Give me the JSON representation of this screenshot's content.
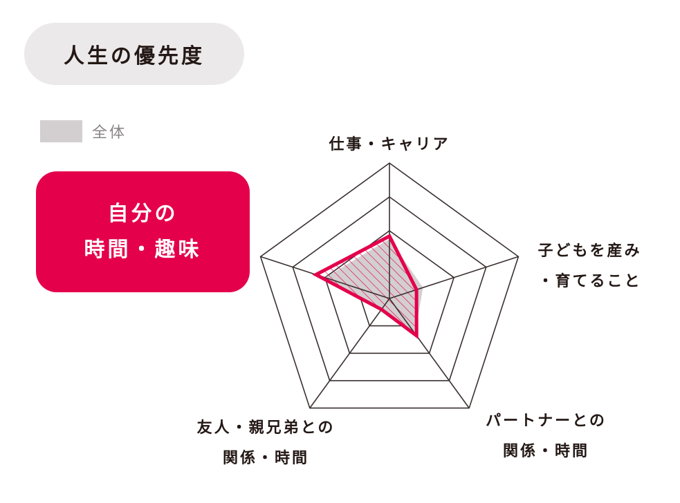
{
  "header": {
    "title": "人生の優先度"
  },
  "legend": {
    "items": [
      {
        "label": "全体",
        "color": "#d3cfd1"
      }
    ]
  },
  "category": {
    "line1": "自分の",
    "line2": "時間・趣味",
    "color": "#e4004b"
  },
  "axes": {
    "top": {
      "line1": "仕事・キャリア"
    },
    "right": {
      "line1": "子どもを産み",
      "line2": "・育てること"
    },
    "bottom_right": {
      "line1": "パートナーとの",
      "line2": "関係・時間"
    },
    "bottom_left": {
      "line1": "友人・親兄弟との",
      "line2": "関係・時間"
    }
  },
  "chart_data": {
    "type": "radar",
    "title": "人生の優先度",
    "axes": [
      "仕事・キャリア",
      "子どもを産み・育てること",
      "パートナーとの関係・時間",
      "友人・親兄弟との関係・時間",
      "自分の時間・趣味"
    ],
    "rings": [
      0.25,
      0.5,
      0.75,
      1.0
    ],
    "range": [
      0,
      1
    ],
    "series": [
      {
        "name": "全体",
        "values": [
          0.44,
          0.26,
          0.32,
          0.1,
          0.5
        ],
        "color": "#d3cfd1",
        "style": "filled"
      },
      {
        "name": "自分の時間・趣味",
        "values": [
          0.46,
          0.21,
          0.34,
          0.1,
          0.57
        ],
        "color": "#e4004b",
        "style": "outline-hatched"
      }
    ],
    "legend_position": "top-left",
    "grid": true
  }
}
